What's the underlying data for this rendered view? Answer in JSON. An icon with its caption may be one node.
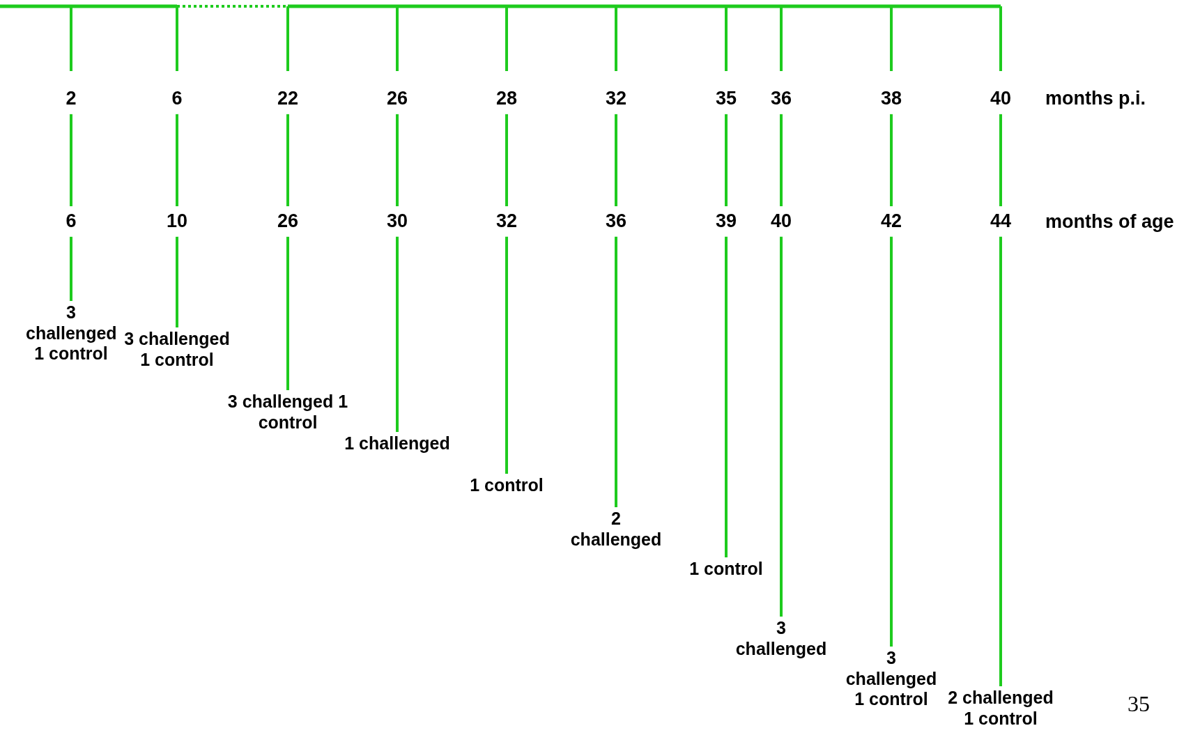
{
  "diagram": {
    "nodes": [
      {
        "text": [
          "2"
        ]
      },
      {
        "text": [
          "6"
        ]
      },
      {
        "text": [
          "22"
        ]
      },
      {
        "text": [
          "26"
        ]
      },
      {
        "text": [
          "28"
        ]
      },
      {
        "text": [
          "32"
        ]
      },
      {
        "text": [
          "35"
        ]
      },
      {
        "text": [
          "36"
        ]
      },
      {
        "text": [
          "38"
        ]
      },
      {
        "text": [
          "40"
        ]
      },
      {
        "text": [
          "6"
        ]
      },
      {
        "text": [
          "10"
        ]
      },
      {
        "text": [
          "26"
        ]
      },
      {
        "text": [
          "30"
        ]
      },
      {
        "text": [
          "32"
        ]
      },
      {
        "text": [
          "36"
        ]
      },
      {
        "text": [
          "39"
        ]
      },
      {
        "text": [
          "40"
        ]
      },
      {
        "text": [
          "42"
        ]
      },
      {
        "text": [
          "44"
        ]
      },
      {
        "text": [
          "3 challenged 1 control"
        ]
      },
      {
        "text": [
          "3 challenged 1 control"
        ]
      },
      {
        "text": [
          "3 challenged 1 control"
        ]
      },
      {
        "text": [
          "1 challenged"
        ]
      },
      {
        "text": [
          "1 control"
        ]
      },
      {
        "text": [
          "2 challenged"
        ]
      },
      {
        "text": [
          "1 control"
        ]
      },
      {
        "text": [
          "3 challenged"
        ]
      },
      {
        "text": [
          "3 challenged 1 control"
        ]
      },
      {
        "text": [
          "2 challenged 1 control"
        ]
      }
    ],
    "edges": [
      {
        "from": 0,
        "to": 10,
        "arrow": "none"
      },
      {
        "from": 1,
        "to": 11,
        "arrow": "none"
      },
      {
        "from": 2,
        "to": 12,
        "arrow": "none"
      },
      {
        "from": 3,
        "to": 13,
        "arrow": "none"
      },
      {
        "from": 4,
        "to": 14,
        "arrow": "none"
      },
      {
        "from": 5,
        "to": 15,
        "arrow": "none"
      },
      {
        "from": 6,
        "to": 16,
        "arrow": "none"
      },
      {
        "from": 7,
        "to": 17,
        "arrow": "none"
      },
      {
        "from": 8,
        "to": 18,
        "arrow": "none"
      },
      {
        "from": 9,
        "to": 19,
        "arrow": "none"
      },
      {
        "from": 10,
        "to": 20,
        "arrow": "none"
      },
      {
        "from": 11,
        "to": 21,
        "arrow": "none"
      },
      {
        "from": 12,
        "to": 22,
        "arrow": "none"
      },
      {
        "from": 13,
        "to": 23,
        "arrow": "none"
      },
      {
        "from": 14,
        "to": 24,
        "arrow": "none"
      },
      {
        "from": 15,
        "to": 25,
        "arrow": "none"
      },
      {
        "from": 16,
        "to": 26,
        "arrow": "none"
      },
      {
        "from": 17,
        "to": 27,
        "arrow": "none"
      },
      {
        "from": 18,
        "to": 28,
        "arrow": "none"
      },
      {
        "from": 19,
        "to": 29,
        "arrow": "none"
      }
    ],
    "labels": [
      "months p.i.",
      "months of age",
      "35"
    ]
  }
}
